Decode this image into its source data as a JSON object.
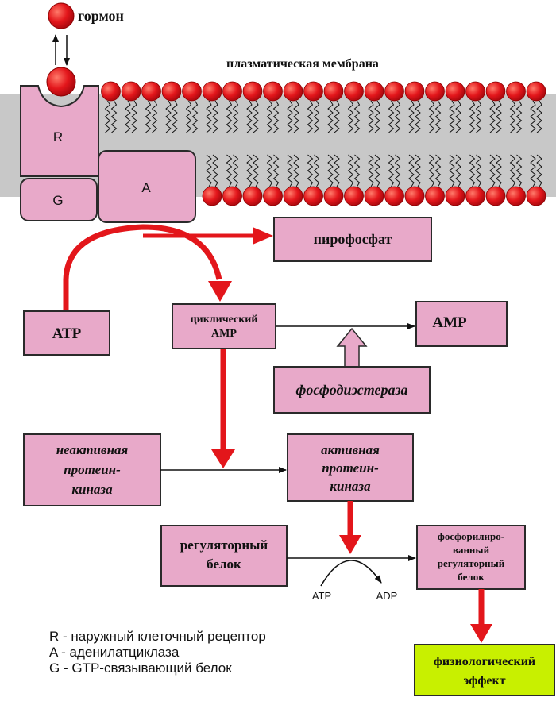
{
  "labels": {
    "hormone": "гормон",
    "membrane": "плазматическая мембрана",
    "receptor_letter": "R",
    "gprotein_letter": "G",
    "adenylate_letter": "A",
    "pyrophosphate": "пирофосфат",
    "atp": "ATP",
    "camp_line1": "циклический",
    "camp_line2": "AMP",
    "amp": "AMP",
    "phosphodiesterase": "фосфодиэстераза",
    "inactive_kinase": [
      "неактивная",
      "протеин-",
      "киназа"
    ],
    "active_kinase": [
      "активная",
      "протеин-",
      "киназа"
    ],
    "regulatory_protein": [
      "регуляторный",
      "белок"
    ],
    "phosphorylated_protein": [
      "фосфорилиро-",
      "ванный",
      "регуляторный",
      "белок"
    ],
    "atp_small": "ATP",
    "adp_small": "ADP",
    "physiological_effect": [
      "физиологический",
      "эффект"
    ]
  },
  "legend": [
    "R - наружный клеточный рецептор",
    "A - аденилатциклаза",
    "G - GTP-связывающий белок"
  ],
  "colors": {
    "box_pink": "#e8a9c9",
    "effect_green": "#c8f000",
    "arrow_red": "#e3161b",
    "bead_red": "#e3161b",
    "membrane_bg": "#c8c8c8"
  }
}
